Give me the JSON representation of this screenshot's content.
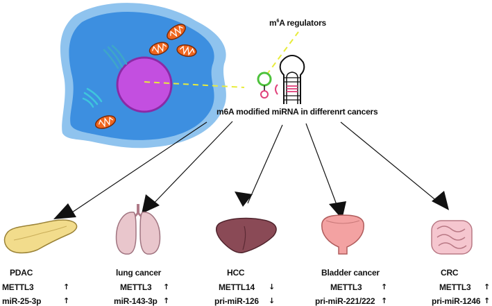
{
  "regulators_label_prefix": "m",
  "regulators_label_sup": "6",
  "regulators_label_suffix": "A regulators",
  "mirna_caption": "m6A modified miRNA in differenrt cancers",
  "cancers": [
    {
      "organ": "pancreas-icon",
      "name": "PDAC",
      "regulator": "METTL3",
      "regulator_dir": "↑",
      "target": "miR-25-3p",
      "target_dir": "↑"
    },
    {
      "organ": "lungs-icon",
      "name": "lung cancer",
      "regulator": "METTL3",
      "regulator_dir": "↑",
      "target": "miR-143-3p",
      "target_dir": "↑"
    },
    {
      "organ": "liver-icon",
      "name": "HCC",
      "regulator": "METTL14",
      "regulator_dir": "↓",
      "target": "pri-miR-126",
      "target_dir": "↓"
    },
    {
      "organ": "bladder-icon",
      "name": "Bladder cancer",
      "regulator": "METTL3",
      "regulator_dir": "↑",
      "target": "pri-miR-221/222",
      "target_dir": "↑"
    },
    {
      "organ": "intestine-icon",
      "name": "CRC",
      "regulator": "METTL3",
      "regulator_dir": "↑",
      "target": "pri-miR-1246",
      "target_dir": "↑"
    }
  ],
  "colors": {
    "cell_outer": "#8fc3ee",
    "cell_inner": "#3d8fe0",
    "nucleus": "#c34fe0",
    "mitochondria": "#f0661e",
    "dashed_line": "#e8ec3c",
    "hairpin_pink": "#e0407a"
  }
}
